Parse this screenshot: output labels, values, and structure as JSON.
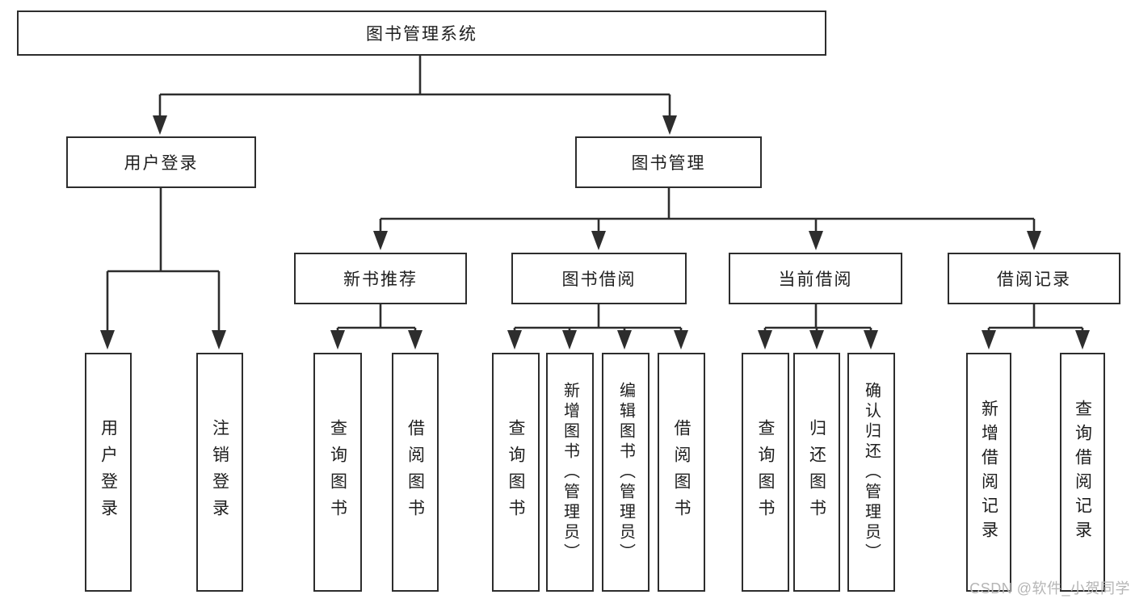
{
  "root": {
    "label": "图书管理系统"
  },
  "level2": [
    {
      "label": "用户登录"
    },
    {
      "label": "图书管理"
    }
  ],
  "level3": [
    {
      "label": "新书推荐",
      "parent": "图书管理"
    },
    {
      "label": "图书借阅",
      "parent": "图书管理"
    },
    {
      "label": "当前借阅",
      "parent": "图书管理"
    },
    {
      "label": "借阅记录",
      "parent": "图书管理"
    }
  ],
  "leaves": [
    {
      "label": "用户登录",
      "parent": "用户登录"
    },
    {
      "label": "注销登录",
      "parent": "用户登录"
    },
    {
      "label": "查询图书",
      "parent": "新书推荐"
    },
    {
      "label": "借阅图书",
      "parent": "新书推荐"
    },
    {
      "label": "查询图书",
      "parent": "图书借阅"
    },
    {
      "label": "新增图书（管理员）",
      "parent": "图书借阅"
    },
    {
      "label": "编辑图书（管理员）",
      "parent": "图书借阅"
    },
    {
      "label": "借阅图书",
      "parent": "图书借阅"
    },
    {
      "label": "查询图书",
      "parent": "当前借阅"
    },
    {
      "label": "归还图书",
      "parent": "当前借阅"
    },
    {
      "label": "确认归还（管理员）",
      "parent": "当前借阅"
    },
    {
      "label": "新增借阅记录",
      "parent": "借阅记录"
    },
    {
      "label": "查询借阅记录",
      "parent": "借阅记录"
    }
  ],
  "watermark": {
    "text": "CSDN @软件_小贺同学"
  },
  "colors": {
    "line": "#2d2d2d",
    "border": "#2d2d2d",
    "text": "#1e1e1e",
    "watermark": "#b5b5b5",
    "background": "#ffffff"
  }
}
